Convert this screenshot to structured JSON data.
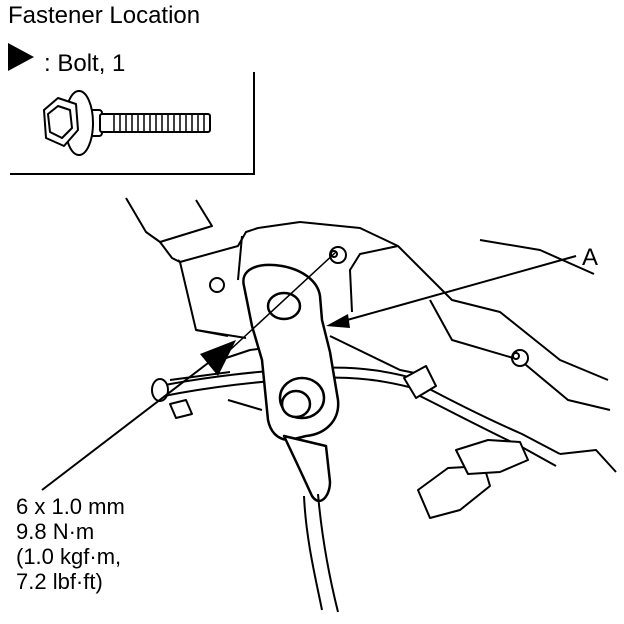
{
  "title": "Fastener Location",
  "legend": {
    "symbol": "triangle-marker",
    "text": ": Bolt, 1"
  },
  "callout_label": "A",
  "specification": {
    "size": "6 x 1.0 mm",
    "torque_nm": "9.8 N·m",
    "torque_kgf": "(1.0 kgf·m,",
    "torque_lbf": "7.2 lbf·ft)"
  },
  "colors": {
    "line": "#000000",
    "fill": "#ffffff"
  }
}
